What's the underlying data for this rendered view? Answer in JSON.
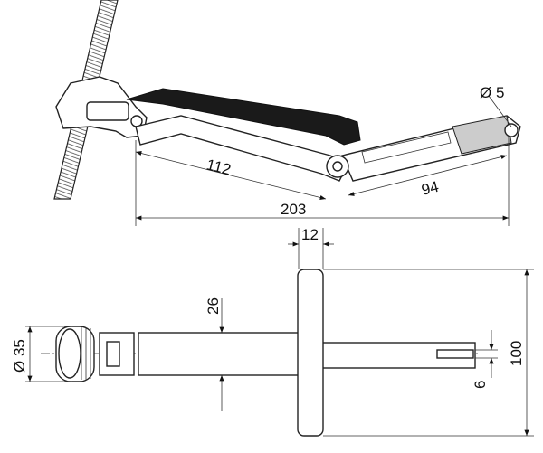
{
  "drawing": {
    "top_view": {
      "dim_hole": "Ø 5",
      "dim_arm": "112",
      "dim_handle": "94",
      "dim_total": "203"
    },
    "side_view": {
      "dim_flange": "12",
      "dim_shaft": "26",
      "dim_knob": "Ø 35",
      "dim_height": "100",
      "dim_slot": "6"
    }
  }
}
